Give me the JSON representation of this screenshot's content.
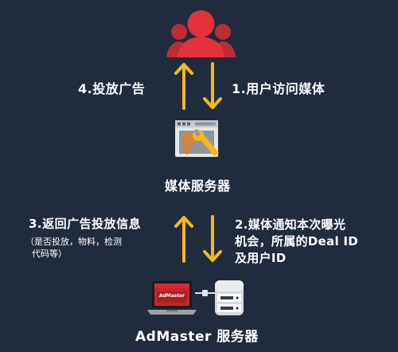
{
  "steps": {
    "step1": "1.用户访问媒体",
    "step2_line1": "2.媒体通知本次曝光",
    "step2_line2": "机会，所属的Deal ID",
    "step2_line3": "及用户ID",
    "step3": "3.返回广告投放信息",
    "step3_note_line1": "（是否投放，物料，检测",
    "step3_note_line2": "代码等）",
    "step4": "4.投放广告"
  },
  "nodes": {
    "media_server": "媒体服务器",
    "admaster_server": "AdMaster 服务器",
    "laptop_screen_text": "AdMaster"
  },
  "icons": {
    "users": "users-icon",
    "media_server": "browser-gears-wrench-icon",
    "laptop": "laptop-icon",
    "server": "server-tower-icon",
    "arrow_up": "arrow-up-icon",
    "arrow_down": "arrow-down-icon"
  },
  "colors": {
    "background": "#202b3d",
    "user_red": "#e5313a",
    "user_red_dark": "#bc2c34",
    "arrow_yellow": "#f6b817",
    "gear_orange": "#ef7f1a",
    "panel_grey": "#e3e5e7"
  }
}
